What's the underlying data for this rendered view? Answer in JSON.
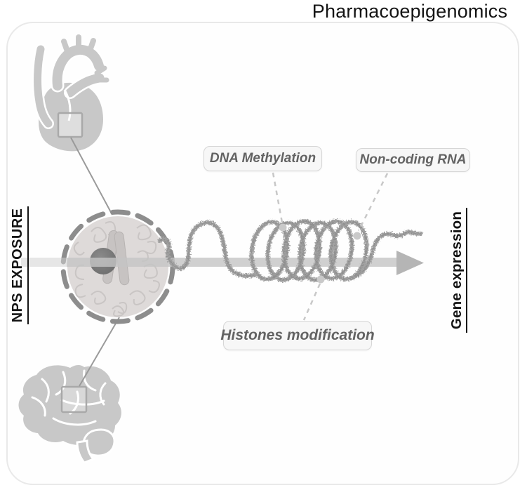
{
  "title": "Pharmacoepigenomics",
  "vertical_labels": {
    "left": "NPS EXPOSURE",
    "right": "Gene expression"
  },
  "annotations": {
    "dna_methylation": "DNA Methylation",
    "non_coding_rna": "Non-coding RNA",
    "histones_modification": "Histones modification"
  },
  "icons": [
    {
      "name": "heart-icon"
    },
    {
      "name": "brain-icon"
    },
    {
      "name": "tissue-sample-square-heart"
    },
    {
      "name": "tissue-sample-square-brain"
    },
    {
      "name": "cell-nucleus-illustration"
    },
    {
      "name": "chromosome-icon"
    },
    {
      "name": "nucleolus-icon"
    },
    {
      "name": "dna-chromatin-strand"
    },
    {
      "name": "chromatin-coil"
    },
    {
      "name": "gene-expression-arrow"
    }
  ],
  "colors": {
    "organ_gray": "#c8c8c8",
    "arrow_gray": "#c4c4c4",
    "strand_gray": "#a2a2a2",
    "cell_fill": "#dedad9",
    "membrane_gray": "#8d8d8d",
    "nucleolus_gray": "#757575",
    "label_text": "#636363",
    "label_border": "#d6d6d6",
    "label_bg": "#f7f7f7",
    "panel_border": "#e9e9e9",
    "title_color": "#141414",
    "dashed_line_gray": "#c8c8c8"
  }
}
